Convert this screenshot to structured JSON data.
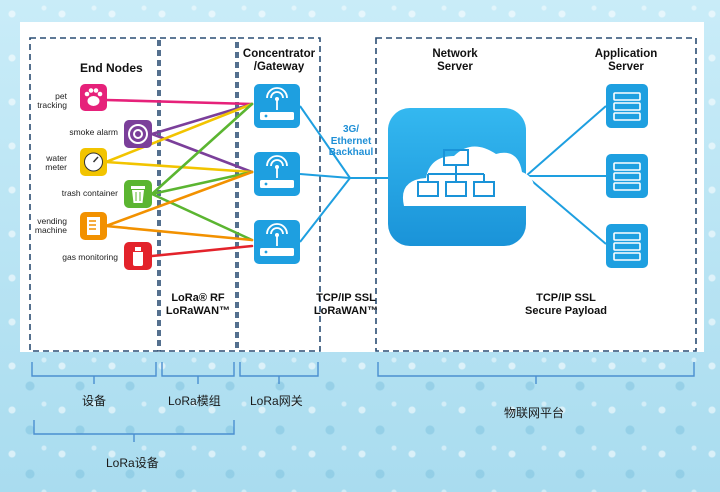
{
  "sections": {
    "end_nodes": "End Nodes",
    "concentrator": "Concentrator\n/Gateway",
    "network_server": "Network\nServer",
    "application_server": "Application\nServer"
  },
  "backhaul": "3G/\nEthernet\nBackhaul",
  "protocols": {
    "lora_rf": "LoRa® RF\nLoRaWAN™",
    "tcp_lorawan": "TCP/IP SSL\nLoRaWAN™",
    "tcp_secure": "TCP/IP SSL\nSecure Payload"
  },
  "devices": [
    {
      "label": "pet\ntracking",
      "icon": "paw-icon",
      "color": "#e6217a"
    },
    {
      "label": "smoke alarm",
      "icon": "smoke-alarm-icon",
      "color": "#7b3f9a"
    },
    {
      "label": "water\nmeter",
      "icon": "water-meter-icon",
      "color": "#f2c400"
    },
    {
      "label": "trash container",
      "icon": "trash-container-icon",
      "color": "#5bb531"
    },
    {
      "label": "vending\nmachine",
      "icon": "vending-machine-icon",
      "color": "#f29100"
    },
    {
      "label": "gas monitoring",
      "icon": "gas-monitoring-icon",
      "color": "#e3232b"
    }
  ],
  "brackets": {
    "devices": "设备",
    "module": "LoRa模组",
    "gateway": "LoRa网关",
    "platform": "物联网平台",
    "lora_devices": "LoRa设备"
  },
  "colors": {
    "accent_blue": "#1e9fe0",
    "dash_blue": "#2a4d73",
    "bracket_blue": "#4a8fd0"
  }
}
